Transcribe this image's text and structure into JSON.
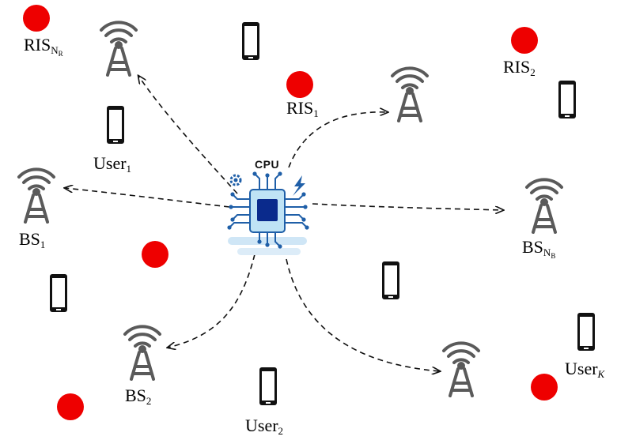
{
  "cpu": {
    "label": "CPU"
  },
  "labels": {
    "ris_nr": {
      "base": "RIS",
      "sub": "N",
      "subsub": "R"
    },
    "ris_1": {
      "base": "RIS",
      "sub": "1"
    },
    "ris_2": {
      "base": "RIS",
      "sub": "2"
    },
    "user_1": {
      "base": "User",
      "sub": "1"
    },
    "user_2": {
      "base": "User",
      "sub": "2"
    },
    "user_k": {
      "base": "User",
      "sub": "K"
    },
    "bs_1": {
      "base": "BS",
      "sub": "1"
    },
    "bs_2": {
      "base": "BS",
      "sub": "2"
    },
    "bs_nb": {
      "base": "BS",
      "sub": "N",
      "subsub": "B"
    }
  },
  "colors": {
    "ris_node": "#ee0000",
    "antenna": "#555555",
    "phone": "#111111",
    "link": "#111111",
    "chip_body": "#bfe3f5",
    "chip_core": "#0a2a8c",
    "chip_traces": "#1f5fa8"
  },
  "icons": {
    "ris": "red-circle",
    "base_station": "antenna-tower-icon",
    "user": "smartphone-icon",
    "cpu": "cpu-chip-icon",
    "gear": "gear-icon",
    "bolt": "lightning-icon"
  }
}
